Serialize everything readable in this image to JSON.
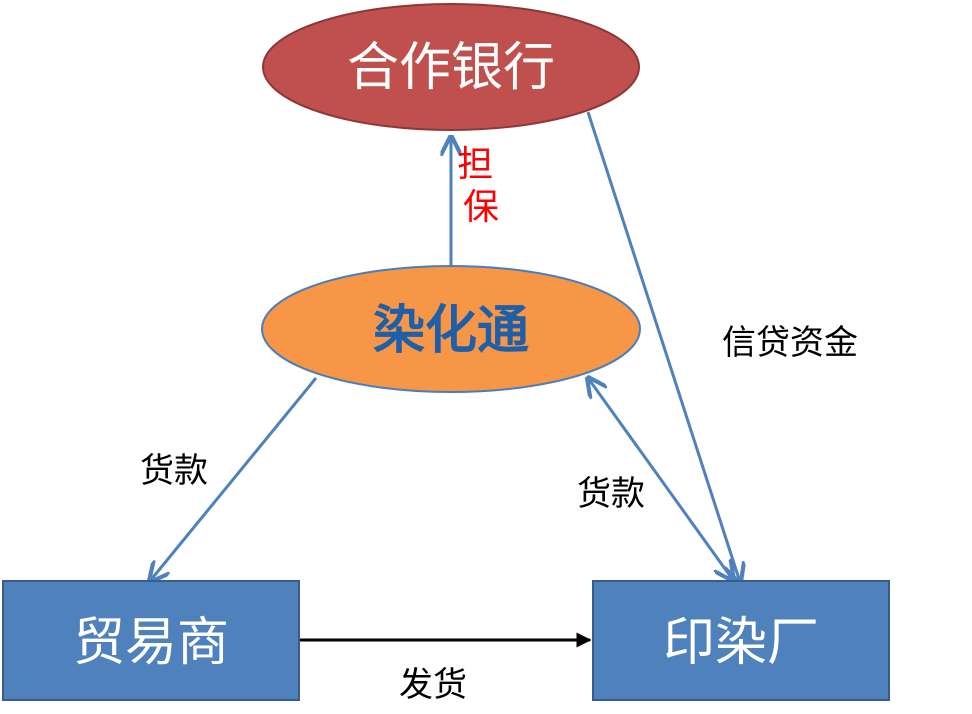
{
  "nodes": {
    "bank": {
      "label": "合作银行",
      "fill": "#c0504d",
      "stroke": "#8c3836",
      "text_color": "#ffffff"
    },
    "platform": {
      "label": "染化通",
      "fill": "#f79646",
      "stroke": "#4a7ebb",
      "text_color": "#1f5fa8"
    },
    "trader": {
      "label": "贸易商",
      "fill": "#4f81bd",
      "stroke": "#385d8a",
      "text_color": "#ffffff"
    },
    "dye_factory": {
      "label": "印染厂",
      "fill": "#4f81bd",
      "stroke": "#385d8a",
      "text_color": "#ffffff"
    }
  },
  "edges": {
    "guarantee": {
      "label": "担\n保",
      "color": "#ff0000"
    },
    "credit_funds": {
      "label": "信贷资金"
    },
    "payment_to_trader": {
      "label": "货款"
    },
    "payment_with_factory": {
      "label": "货款"
    },
    "shipment": {
      "label": "发货"
    }
  },
  "colors": {
    "arrow": "#4f81bd",
    "shipment_arrow": "#000000",
    "edge_text": "#000000"
  }
}
